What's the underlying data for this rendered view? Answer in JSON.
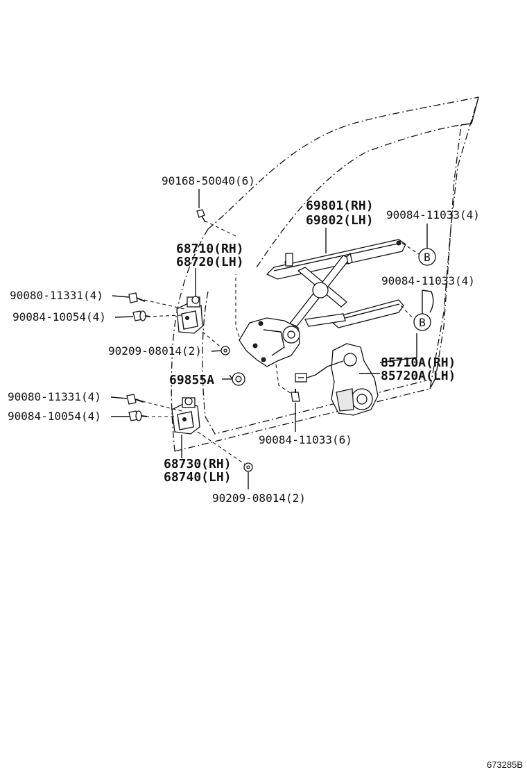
{
  "labels": {
    "bolt_top": "90168-50040(6)",
    "regulator_rh": "69801(RH)",
    "regulator_lh": "69802(LH)",
    "bolt_b_upper": "90084-11033(4)",
    "hinge_upper_rh": "68710(RH)",
    "hinge_upper_lh": "68720(LH)",
    "bolt_b_lower": "90084-11033(4)",
    "bolt_upper_1": "90080-11331(4)",
    "bolt_upper_2": "90084-10054(4)",
    "nut_upper": "90209-08014(2)",
    "motor_rh": "85710A(RH)",
    "motor_lh": "85720A(LH)",
    "clip": "69855A",
    "bolt_lower_1": "90080-11331(4)",
    "bolt_lower_2": "90084-10054(4)",
    "bolt_mid": "90084-11033(6)",
    "hinge_lower_rh": "68730(RH)",
    "hinge_lower_lh": "68740(LH)",
    "nut_lower": "90209-08014(2)",
    "ref_b_upper": "B",
    "ref_b_lower": "B",
    "figure_id": "673285B"
  }
}
